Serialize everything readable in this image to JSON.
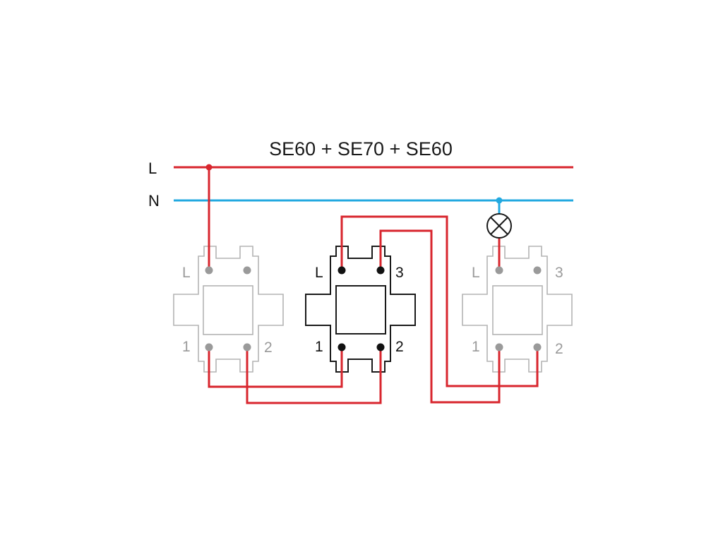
{
  "title": "SE60 + SE70 + SE60",
  "buses": {
    "line_label": "L",
    "neutral_label": "N",
    "line_color": "#d8262e",
    "neutral_color": "#22a9e0"
  },
  "switches": [
    {
      "t_top_left": "L",
      "t_top_right": "",
      "t_bottom_left": "1",
      "t_bottom_right": "2",
      "style": "grey"
    },
    {
      "t_top_left": "L",
      "t_top_right": "3",
      "t_bottom_left": "1",
      "t_bottom_right": "2",
      "style": "dark"
    },
    {
      "t_top_left": "L",
      "t_top_right": "3",
      "t_bottom_left": "1",
      "t_bottom_right": "2",
      "style": "grey"
    }
  ],
  "lamp": {
    "icon": "lamp-icon"
  }
}
